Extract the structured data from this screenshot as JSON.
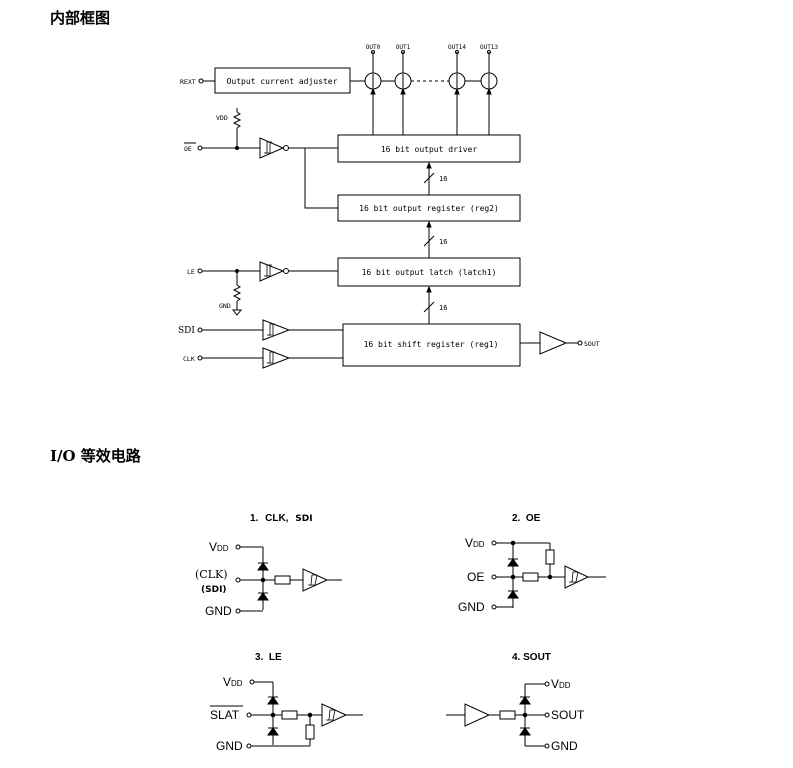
{
  "headings": {
    "block_diagram": "内部框图",
    "io_circuits": "I/O 等效电路"
  },
  "block_diagram": {
    "blocks": {
      "current_adjuster": "Output current adjuster",
      "output_driver": "16 bit output driver",
      "output_register": "16 bit output register (reg2)",
      "output_latch": "16 bit output latch (latch1)",
      "shift_register": "16 bit shift register (reg1)"
    },
    "pins": {
      "rext": "REXT",
      "vdd": "VDD",
      "oe": "OE",
      "le": "LE",
      "gnd": "GND",
      "sdi": "SDI",
      "clk": "CLK",
      "sout": "SOUT"
    },
    "outputs": [
      "OUT0",
      "OUT1",
      "OUT14",
      "OUT13"
    ],
    "bus_width": "16"
  },
  "io_circuits": {
    "clk_sdi": {
      "title_num": "1.",
      "title_main": "CLK,",
      "title_sdi": "SDI",
      "vdd_main": "V",
      "vdd_sub": "DD",
      "clk_label": "(CLK)",
      "sdi_label": "(SDI)",
      "gnd": "GND"
    },
    "oe": {
      "title": "2.  OE",
      "vdd_main": "V",
      "vdd_sub": "DD",
      "oe": "OE",
      "gnd": "GND"
    },
    "le": {
      "title": "3.  LE",
      "vdd_main": "V",
      "vdd_sub": "DD",
      "slat": "SLAT",
      "gnd": "GND"
    },
    "sout": {
      "title": "4. SOUT",
      "vdd_main": "V",
      "vdd_sub": "DD",
      "sout": "SOUT",
      "gnd": "GND"
    }
  }
}
